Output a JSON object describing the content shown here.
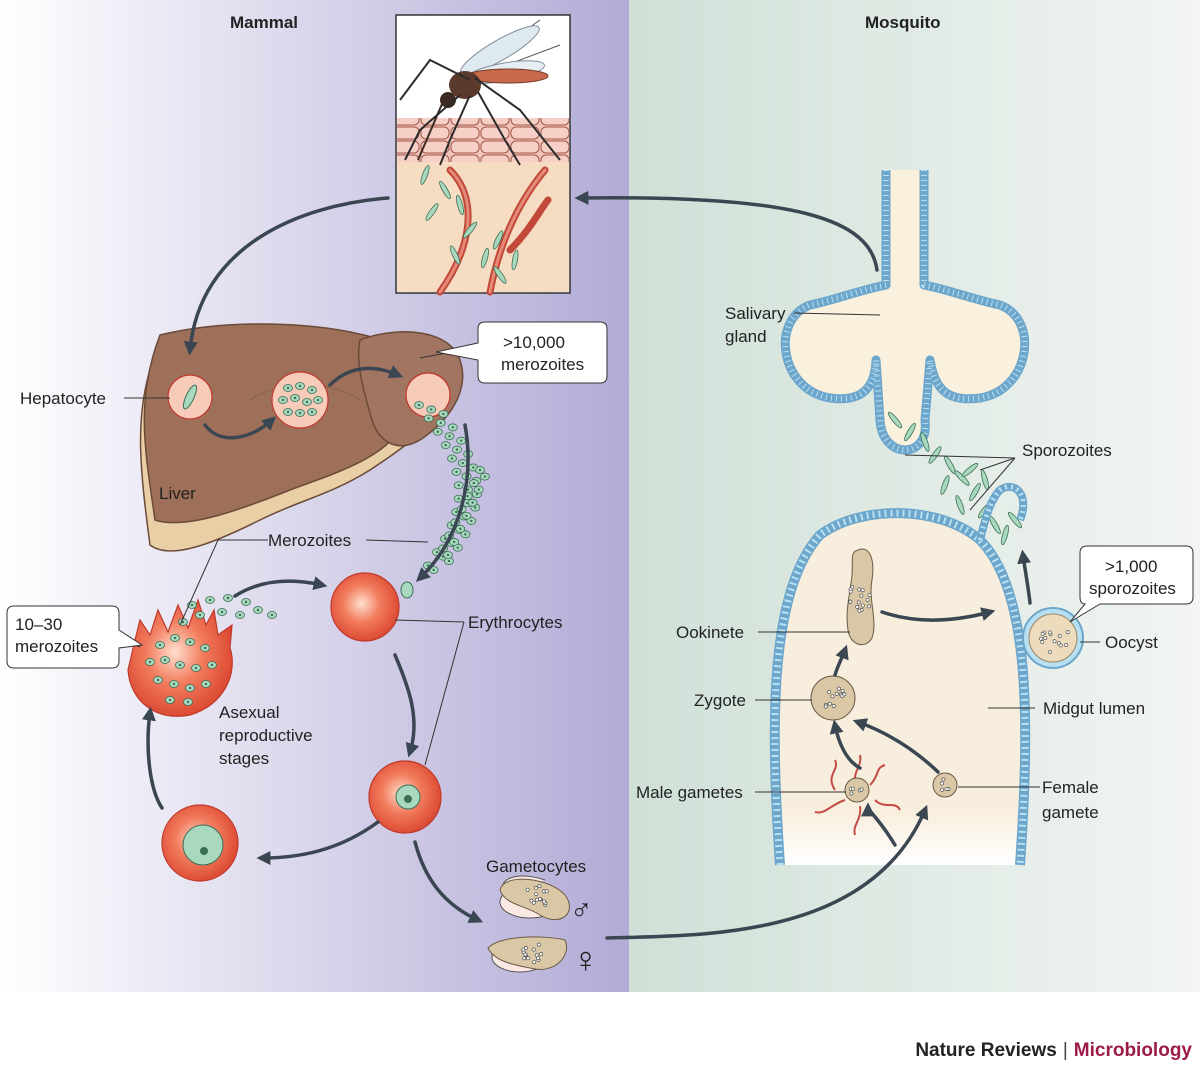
{
  "header": {
    "left": "Mammal",
    "right": "Mosquito"
  },
  "labels": {
    "hepatocyte": "Hepatocyte",
    "liver": "Liver",
    "callout_liver_line1": ">10,000",
    "callout_liver_line2": "merozoites",
    "merozoites": "Merozoites",
    "callout_asexual_line1": "10–30",
    "callout_asexual_line2": "merozoites",
    "erythrocytes": "Erythrocytes",
    "asexual_line1": "Asexual",
    "asexual_line2": "reproductive",
    "asexual_line3": "stages",
    "gametocytes": "Gametocytes",
    "male_symbol": "♂",
    "female_symbol": "♀",
    "salivary_line1": "Salivary",
    "salivary_line2": "gland",
    "sporozoites": "Sporozoites",
    "callout_oocyst_line1": ">1,000",
    "callout_oocyst_line2": "sporozoites",
    "oocyst": "Oocyst",
    "ookinete": "Ookinete",
    "zygote": "Zygote",
    "midgut_lumen": "Midgut lumen",
    "male_gametes": "Male gametes",
    "female_gamete_line1": "Female",
    "female_gamete_line2": "gamete"
  },
  "footer": {
    "journal": "Nature Reviews",
    "separator": "|",
    "section": "Microbiology"
  },
  "colors": {
    "mammal_panel_start": "#ffffff",
    "mammal_panel_end": "#b2abd6",
    "mosquito_panel_start": "#cfe0d7",
    "mosquito_panel_end": "#f2f5f2",
    "arrow": "#3a4652",
    "erythrocyte": "#e65c45",
    "liver": "#9e705a",
    "parasite": "#a8d9bf",
    "gut_wall": "#a9d7ef",
    "cell_body": "#d9c7a6",
    "accent": "#9b1b4a"
  }
}
